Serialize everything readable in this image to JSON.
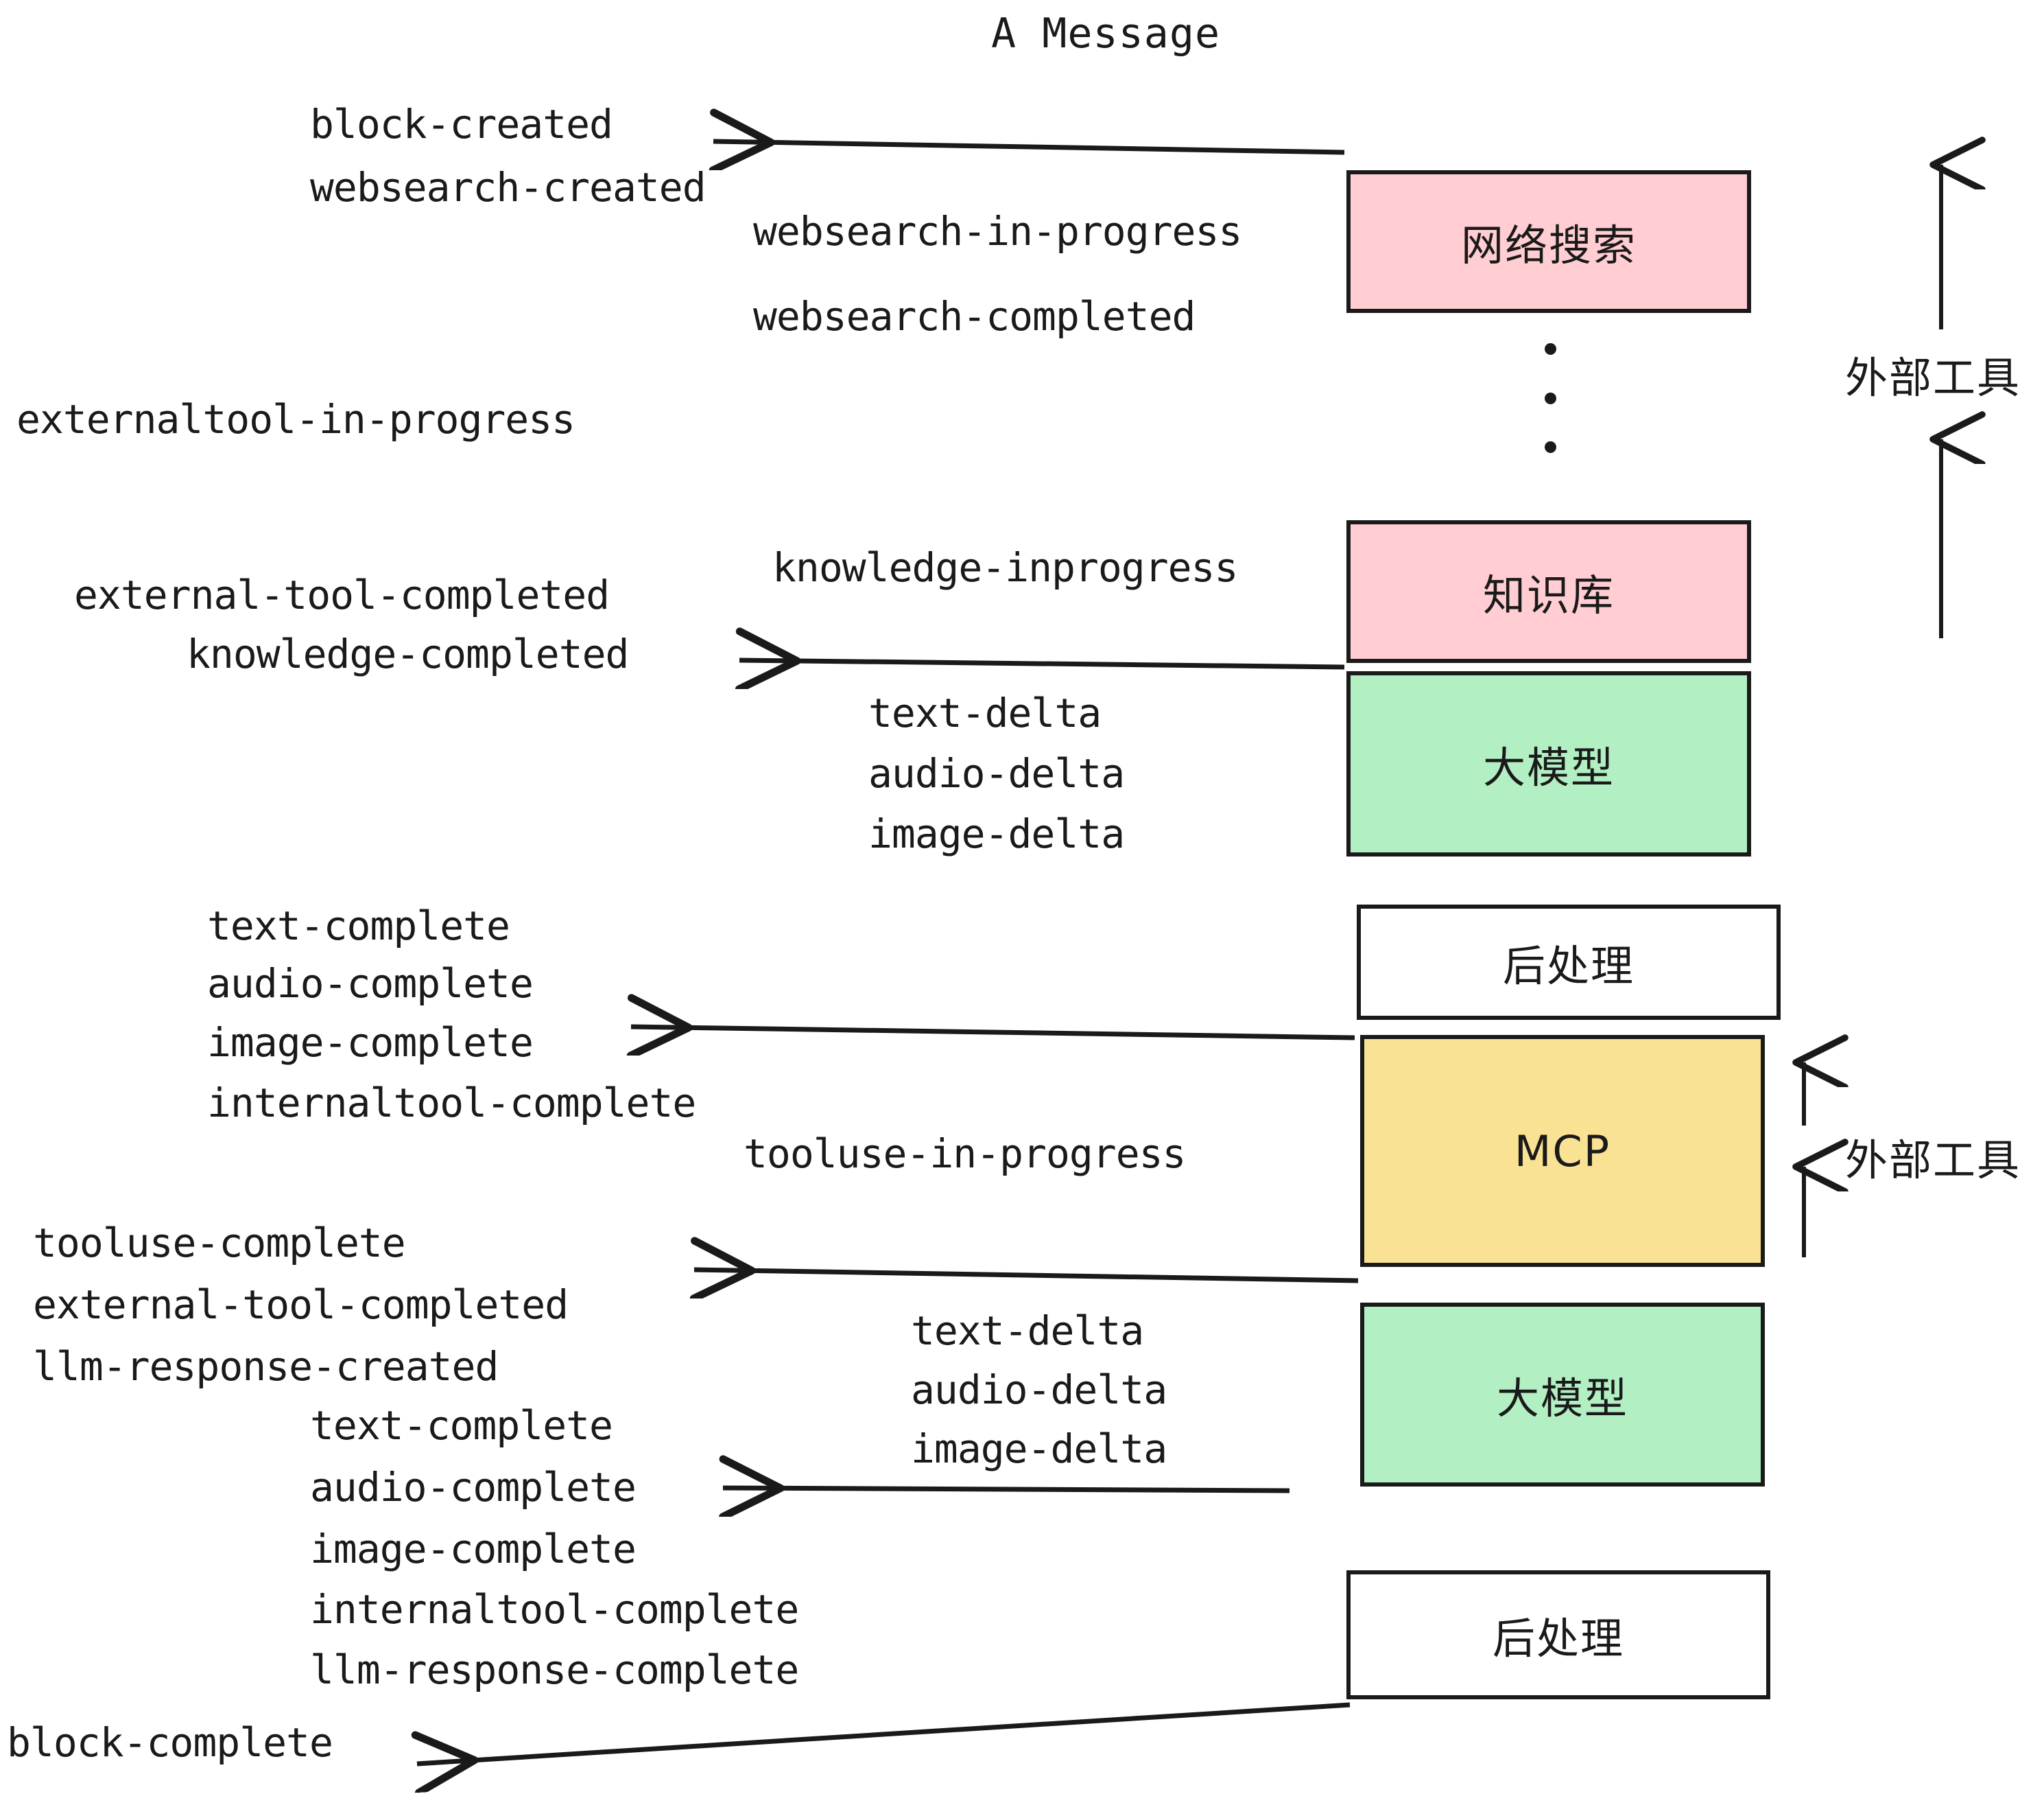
{
  "diagram": {
    "title": "A Message",
    "boxes": [
      {
        "id": "websearch",
        "label": "网络搜索",
        "color": "#ffcdd2",
        "style": "pink"
      },
      {
        "id": "knowledge",
        "label": "知识库",
        "color": "#ffcdd2",
        "style": "pink"
      },
      {
        "id": "llm1",
        "label": "大模型",
        "color": "#b2efc2",
        "style": "green"
      },
      {
        "id": "postproc1",
        "label": "后处理",
        "color": "#ffffff",
        "style": "white"
      },
      {
        "id": "mcp",
        "label": "MCP",
        "color": "#fae294",
        "style": "yellow"
      },
      {
        "id": "llm2",
        "label": "大模型",
        "color": "#b2efc2",
        "style": "green"
      },
      {
        "id": "postproc2",
        "label": "后处理",
        "color": "#ffffff",
        "style": "white"
      }
    ],
    "side_labels": [
      {
        "id": "ext-tools-top",
        "text": "外部工具"
      },
      {
        "id": "ext-tools-bottom",
        "text": "外部工具"
      }
    ],
    "events": {
      "block_created": "block-created",
      "websearch_created": "websearch-created",
      "websearch_in_progress": "websearch-in-progress",
      "websearch_completed": "websearch-completed",
      "externaltool_in_progress": "externaltool-in-progress",
      "knowledge_inprogress": "knowledge-inprogress",
      "external_tool_completed_1": "external-tool-completed",
      "knowledge_completed": "knowledge-completed",
      "text_delta_1": "text-delta",
      "audio_delta_1": "audio-delta",
      "image_delta_1": "image-delta",
      "text_complete_1": "text-complete",
      "audio_complete_1": "audio-complete",
      "image_complete_1": "image-complete",
      "internaltool_complete_1": "internaltool-complete",
      "tooluse_in_progress": "tooluse-in-progress",
      "tooluse_complete": "tooluse-complete",
      "external_tool_completed_2": "external-tool-completed",
      "llm_response_created": "llm-response-created",
      "text_delta_2": "text-delta",
      "audio_delta_2": "audio-delta",
      "image_delta_2": "image-delta",
      "text_complete_2": "text-complete",
      "audio_complete_2": "audio-complete",
      "image_complete_2": "image-complete",
      "internaltool_complete_2": "internaltool-complete",
      "llm_response_complete": "llm-response-complete",
      "block_complete": "block-complete"
    },
    "colors": {
      "stroke": "#1a1a1a",
      "pink": "#ffcdd2",
      "green": "#b2efc2",
      "yellow": "#fae294",
      "white": "#ffffff",
      "background": "#ffffff"
    }
  }
}
